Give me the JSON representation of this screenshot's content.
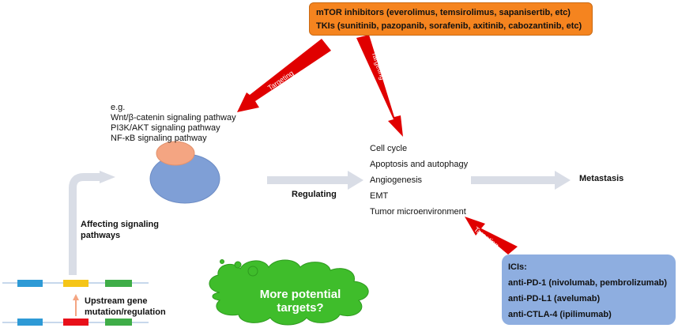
{
  "drug_box": {
    "line1": "mTOR inhibitors (everolimus, temsirolimus, sapanisertib, etc)",
    "line2": "TKIs (sunitinib, pazopanib, sorafenib, axitinib, cabozantinib, etc)"
  },
  "ici_box": {
    "title": "ICIs:",
    "items": [
      "anti-PD-1 (nivolumab, pembrolizumab)",
      "anti-PD-L1 (avelumab)",
      "anti-CTLA-4 (ipilimumab)"
    ]
  },
  "arrows": {
    "targeting_left": "Targeting",
    "targeting_down": "Targeting",
    "targeting_ici": "Targeting",
    "regulating": "Regulating",
    "affecting": "Affecting signaling pathways",
    "affecting_line1": "Affecting signaling",
    "affecting_line2": "pathways",
    "upstream_line1": "Upstream gene",
    "upstream_line2": "mutation/regulation"
  },
  "pathways": {
    "eg": "e.g.",
    "items": [
      "Wnt/β-catenin signaling pathway",
      "PI3K/AKT signaling pathway",
      "NF-κB signaling pathway"
    ]
  },
  "outcomes": [
    "Cell cycle",
    "Apoptosis and autophagy",
    "Angiogenesis",
    "EMT",
    "Tumor microenvironment"
  ],
  "metastasis": "Metastasis",
  "cloud": "More potential targets?",
  "colors": {
    "orange_box": "#f5841f",
    "blue_box": "#8eaee0",
    "red_arrow": "#e00000",
    "gray_arrow": "#d9dde6",
    "cloud_green": "#3fbd2b",
    "protein_orange": "#f4a582",
    "protein_blue": "#7f9fd6",
    "gene_blue": "#2e9ad6",
    "gene_yellow": "#f5c518",
    "gene_green": "#3fad48",
    "gene_red": "#e8101a"
  }
}
